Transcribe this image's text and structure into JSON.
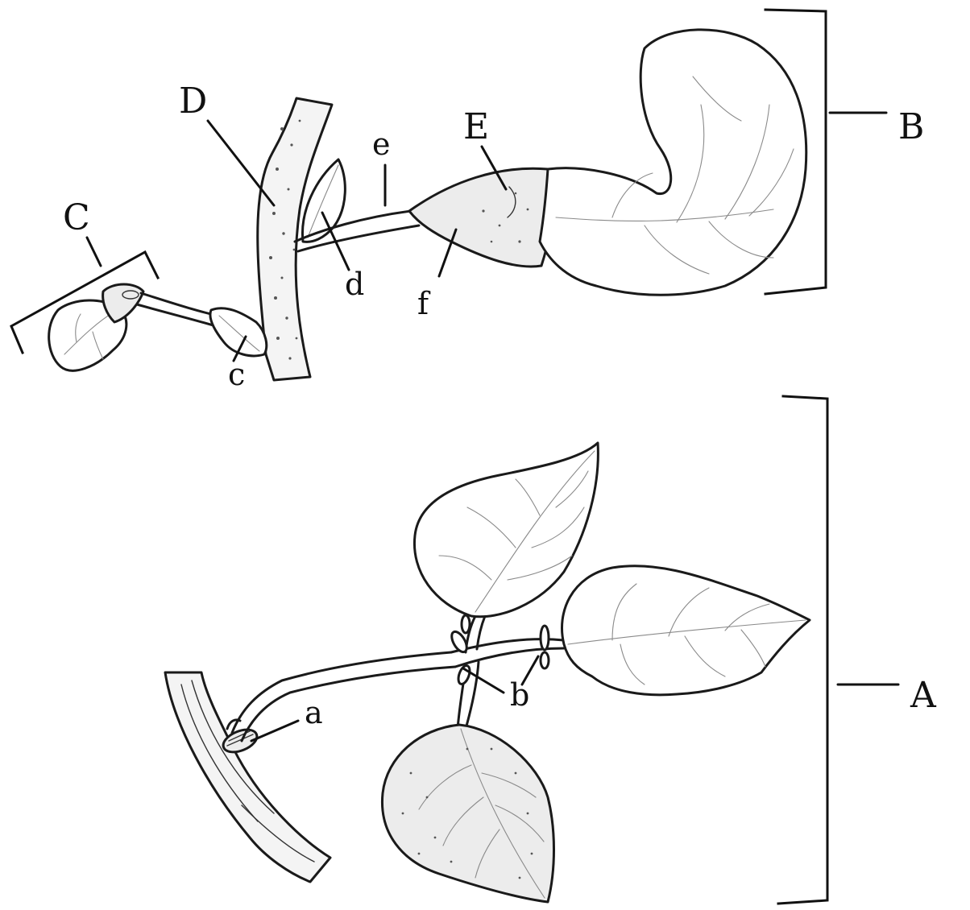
{
  "labels": {
    "A": "A",
    "B": "B",
    "C": "C",
    "D": "D",
    "E": "E",
    "a": "a",
    "b": "b",
    "c": "c",
    "d": "d",
    "e": "e",
    "f": "f"
  }
}
